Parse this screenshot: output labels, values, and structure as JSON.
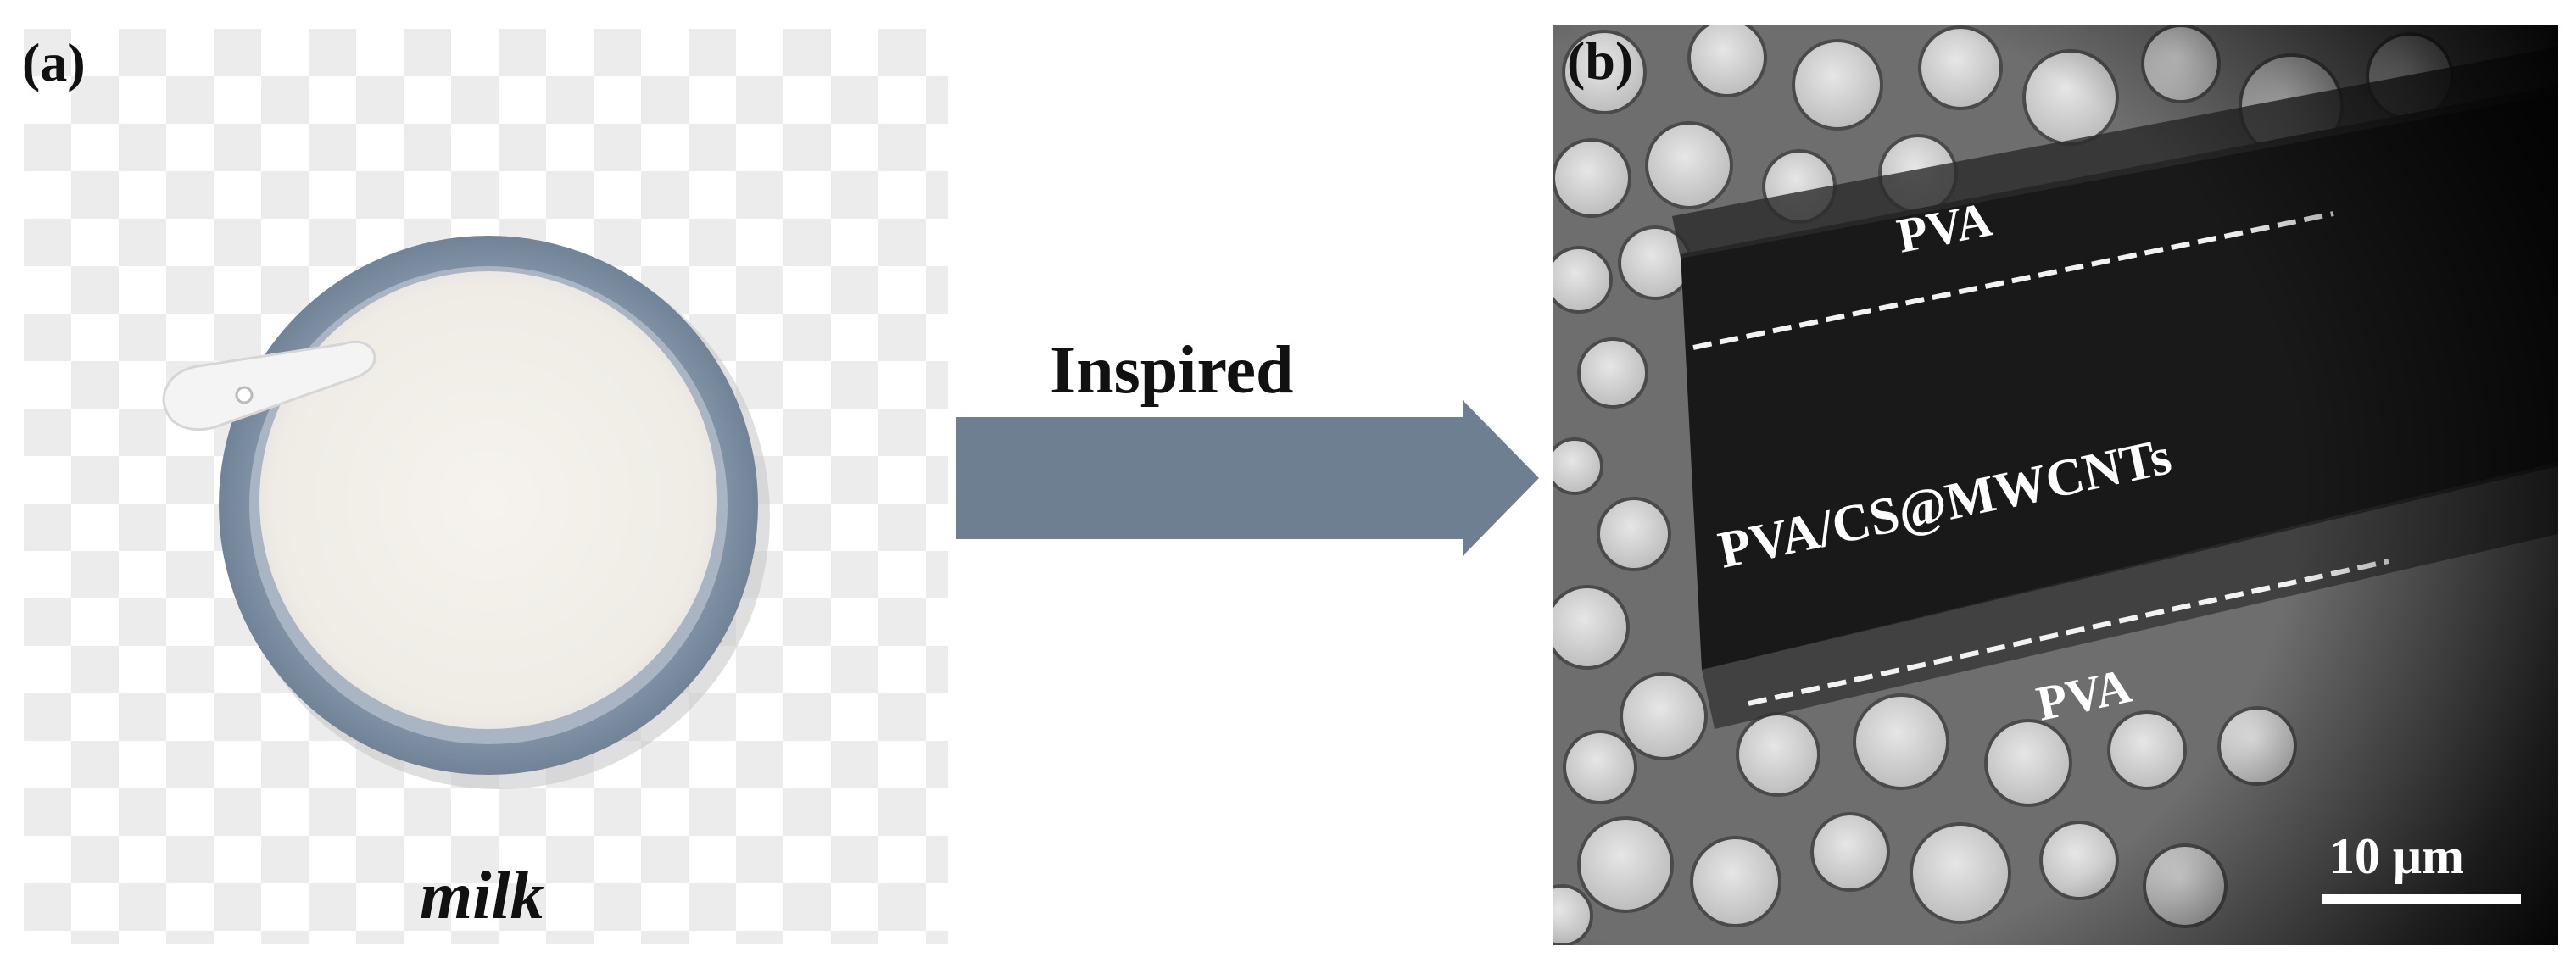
{
  "figure": {
    "panel_a": {
      "letter": "(a)",
      "caption": "milk"
    },
    "arrow": {
      "label": "Inspired",
      "color": "#6f7f92"
    },
    "panel_b": {
      "letter": "(b)",
      "layer_top": "PVA",
      "layer_middle": "PVA/CS@MWCNTs",
      "layer_bottom": "PVA",
      "scale_bar": "10 μm"
    }
  },
  "colors": {
    "bowl_rim": "#7e91a5",
    "milk": "#f2efe9",
    "checker_light": "#ececec",
    "checker_white": "#ffffff",
    "micrograph_background": "#6e6e6e",
    "micrograph_band": "#191919"
  }
}
